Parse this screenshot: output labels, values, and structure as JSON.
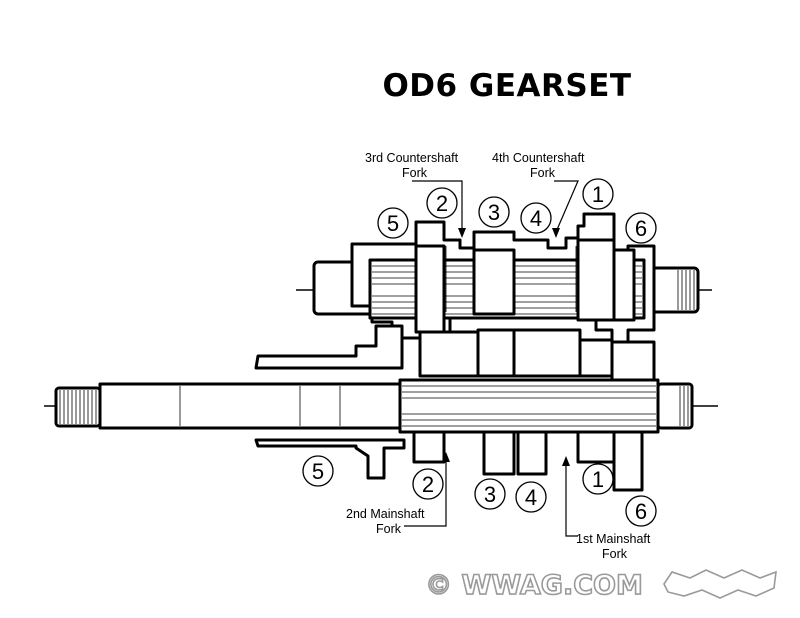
{
  "title": "OD6 GEARSET",
  "upper_gears": {
    "g5": "5",
    "g2": "2",
    "g3": "3",
    "g4": "4",
    "g1": "1",
    "g6": "6"
  },
  "lower_gears": {
    "g5": "5",
    "g2": "2",
    "g3": "3",
    "g4": "4",
    "g1": "1",
    "g6": "6"
  },
  "callouts": {
    "third_countershaft": {
      "line1": "3rd  Countershaft",
      "line2": "Fork"
    },
    "fourth_countershaft": {
      "line1": "4th  Countershaft",
      "line2": "Fork"
    },
    "second_mainshaft": {
      "line1": "2nd  Mainshaft",
      "line2": "Fork"
    },
    "first_mainshaft": {
      "line1": "1st  Mainshaft",
      "line2": "Fork"
    }
  },
  "watermark": "© WWAG.COM"
}
